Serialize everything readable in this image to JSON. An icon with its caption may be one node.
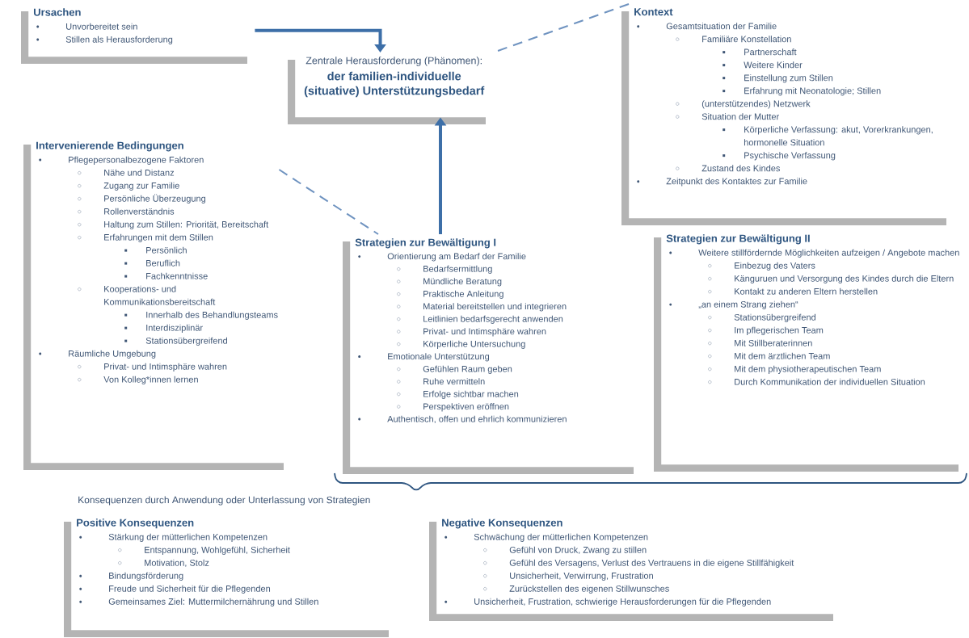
{
  "diagram": {
    "nodes": [
      {
        "text": [
          "Ursachen",
          "Unvorbereitet sein",
          "Stillen als Herausforderung"
        ]
      },
      {
        "text": [
          "Zentrale Herausforderung (Phänomen):",
          "der familien-individuelle (situative) Unterstützungsbedarf"
        ]
      },
      {
        "text": [
          "Kontext",
          "Gesamtsituation der Familie",
          "Familiäre Konstellation",
          "Partnerschaft",
          "Weitere Kinder",
          "Einstellung zum Stillen",
          "Erfahrung mit Neonatologie; Stillen",
          "(unterstützendes) Netzwerk",
          "Situation der Mutter",
          "Körperliche Verfassung: akut, Vorerkrankungen, hormonelle Situation",
          "Psychische Verfassung",
          "Zustand des Kindes",
          "Zeitpunkt des Kontaktes zur Familie"
        ]
      },
      {
        "text": [
          "Intervenierende Bedingungen",
          "Pflegepersonalbezogene Faktoren",
          "Nähe und Distanz",
          "Zugang zur Familie",
          "Persönliche Überzeugung",
          "Rollenverständnis",
          "Haltung zum Stillen: Priorität, Bereitschaft",
          "Erfahrungen mit dem Stillen",
          "Persönlich",
          "Beruflich",
          "Fachkenntnisse",
          "Kooperations- und Kommunikationsbereitschaft",
          "Innerhalb des Behandlungsteams",
          "Interdisziplinär",
          "Stationsübergreifend",
          "Räumliche Umgebung",
          "Privat- und Intimsphäre wahren",
          "Von Kolleg*innen lernen"
        ]
      },
      {
        "text": [
          "Strategien zur Bewältigung I",
          "Orientierung am Bedarf der Familie",
          "Bedarfsermittlung",
          "Mündliche Beratung",
          "Praktische Anleitung",
          "Material bereitstellen und integrieren",
          "Leitlinien bedarfsgerecht anwenden",
          "Privat- und Intimsphäre wahren",
          "Körperliche Untersuchung",
          "Emotionale Unterstützung",
          "Gefühlen Raum geben",
          "Ruhe vermitteln",
          "Erfolge sichtbar machen",
          "Perspektiven eröffnen",
          "Authentisch, offen und ehrlich kommunizieren"
        ]
      },
      {
        "text": [
          "Strategien zur Bewältigung II",
          "Weitere stillfördernde Möglichkeiten aufzeigen / Angebote machen",
          "Einbezug des Vaters",
          "Känguruen und Versorgung des Kindes durch die Eltern",
          "Kontakt zu anderen Eltern herstellen",
          "„an einem Strang ziehen“",
          "Stationsübergreifend",
          "Im pflegerischen Team",
          "Mit Stillberaterinnen",
          "Mit dem ärztlichen Team",
          "Mit dem physiotherapeutischen Team",
          "Durch Kommunikation der individuellen Situation"
        ]
      },
      {
        "text": [
          "Positive Konsequenzen",
          "Stärkung der mütterlichen Kompetenzen",
          "Entspannung, Wohlgefühl, Sicherheit",
          "Motivation, Stolz",
          "Bindungsförderung",
          "Freude und Sicherheit für die Pflegenden",
          "Gemeinsames Ziel: Muttermilchernährung und Stillen"
        ]
      },
      {
        "text": [
          "Negative Konsequenzen",
          "Schwächung der mütterlichen Kompetenzen",
          "Gefühl von Druck, Zwang zu stillen",
          "Gefühl des Versagens, Verlust des Vertrauens in die eigene Stillfähigkeit",
          "Unsicherheit, Verwirrung, Frustration",
          "Zurückstellen des eigenen Stillwunsches",
          "Unsicherheit, Frustration, schwierige Herausforderungen für die Pflegenden"
        ]
      }
    ],
    "edges": [
      {
        "from": 0,
        "to": 1,
        "arrow": "to",
        "style": "thick"
      },
      {
        "from": 4,
        "to": 1,
        "arrow": "to",
        "style": "thick"
      },
      {
        "from": 2,
        "to": 1,
        "arrow": "none",
        "style": "dashed"
      },
      {
        "from": 3,
        "to": 4,
        "arrow": "none",
        "style": "dashed"
      }
    ],
    "labels": [
      "Konsequenzen durch Anwendung oder Unterlassung von Strategien"
    ]
  }
}
